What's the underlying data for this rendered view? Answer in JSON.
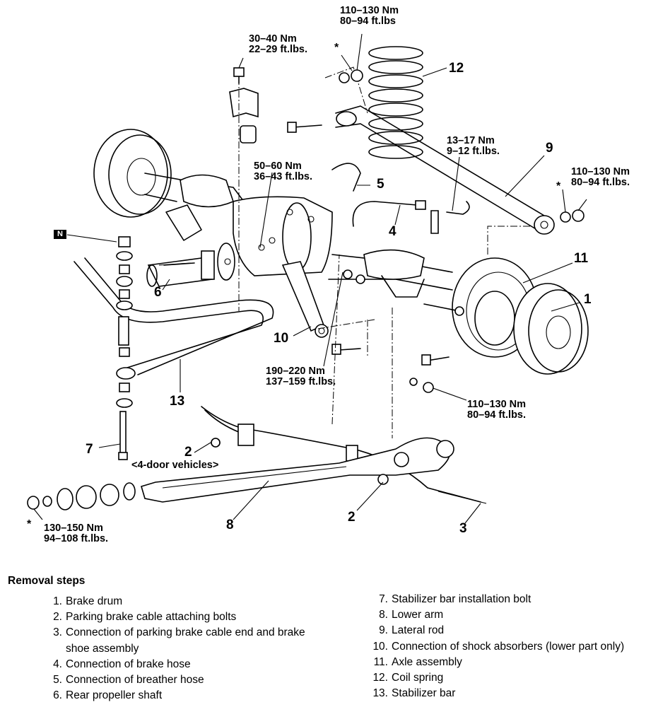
{
  "diagram": {
    "part_numbers": {
      "n1": "1",
      "n2a": "2",
      "n2b": "2",
      "n3": "3",
      "n4": "4",
      "n5": "5",
      "n6": "6",
      "n7": "7",
      "n8": "8",
      "n9": "9",
      "n10": "10",
      "n11": "11",
      "n12": "12",
      "n13": "13"
    },
    "nut_marker": "N",
    "star": "*",
    "note_4door": "<4-door vehicles>",
    "torques": {
      "coil_spring_top": {
        "nm": "110–130 Nm",
        "ftlb": "80–94 ft.lbs"
      },
      "stabilizer_bracket": {
        "nm": "30–40 Nm",
        "ftlb": "22–29 ft.lbs."
      },
      "lateral_rod_axle": {
        "nm": "13–17 Nm",
        "ftlb": "9–12 ft.lbs."
      },
      "differential_cover": {
        "nm": "50–60 Nm",
        "ftlb": "36–43 ft.lbs."
      },
      "lateral_rod_end": {
        "nm": "110–130 Nm",
        "ftlb": "80–94 ft.lbs."
      },
      "shock_lower": {
        "nm": "190–220 Nm",
        "ftlb": "137–159 ft.lbs."
      },
      "lower_arm_axle": {
        "nm": "110–130 Nm",
        "ftlb": "80–94 ft.lbs."
      },
      "lower_arm_front": {
        "nm": "130–150 Nm",
        "ftlb": "94–108 ft.lbs."
      }
    }
  },
  "removal_steps": {
    "title": "Removal steps",
    "left": [
      {
        "n": "1.",
        "text": "Brake drum"
      },
      {
        "n": "2.",
        "text": "Parking brake cable attaching bolts"
      },
      {
        "n": "3.",
        "text": "Connection of parking brake cable end and brake shoe assembly"
      },
      {
        "n": "4.",
        "text": "Connection of brake hose"
      },
      {
        "n": "5.",
        "text": "Connection of breather hose"
      },
      {
        "n": "6.",
        "text": "Rear propeller shaft"
      }
    ],
    "right": [
      {
        "n": "7.",
        "text": "Stabilizer bar installation bolt"
      },
      {
        "n": "8.",
        "text": "Lower arm"
      },
      {
        "n": "9.",
        "text": "Lateral rod"
      },
      {
        "n": "10.",
        "text": "Connection of shock absorbers (lower part only)"
      },
      {
        "n": "11.",
        "text": "Axle assembly"
      },
      {
        "n": "12.",
        "text": "Coil spring"
      },
      {
        "n": "13.",
        "text": "Stabilizer bar"
      }
    ]
  }
}
